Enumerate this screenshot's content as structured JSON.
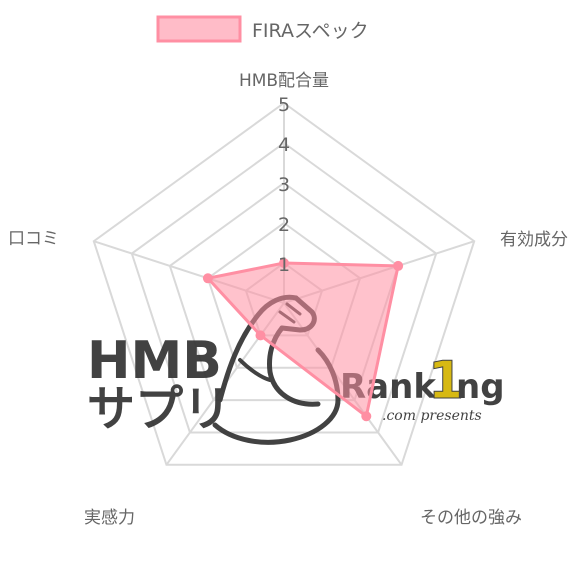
{
  "legend": {
    "label": "FIRAスペック",
    "color": "#FF8FA3"
  },
  "watermark": {
    "hmb_text": "HMB",
    "supplement_text": "サプリ",
    "brand_prefix": "Rank",
    "brand_digit": "1",
    "brand_suffix": "ng",
    "brand_tagline": ".com presents",
    "icon": "flexed-arm-icon"
  },
  "chart_data": {
    "type": "radar",
    "title": "",
    "axes": [
      "HMB配合量",
      "有効成分",
      "その他の強み",
      "実感力",
      "口コミ"
    ],
    "ticks": [
      "1",
      "2",
      "3",
      "4",
      "5"
    ],
    "range": [
      0,
      5
    ],
    "grid": true,
    "legend_position": "top",
    "series": [
      {
        "name": "FIRAスペック",
        "values": [
          1,
          3,
          3.5,
          1,
          2
        ],
        "color": "#FF8FA3"
      }
    ]
  },
  "colors": {
    "grid": "#d9d9d9",
    "label": "#666666",
    "fill": "#FF8FA3",
    "watermark_dark": "#333333",
    "watermark_gold": "#D4B400"
  }
}
